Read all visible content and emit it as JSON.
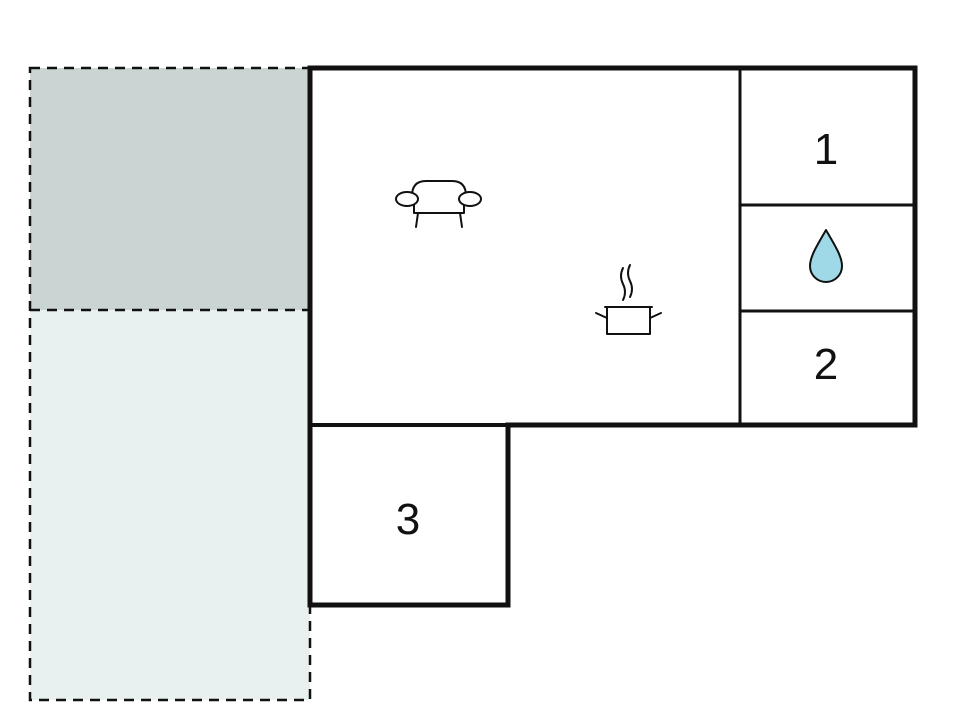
{
  "plan": {
    "rooms": [
      {
        "id": "bedroom-1",
        "label": "1"
      },
      {
        "id": "bedroom-2",
        "label": "2"
      },
      {
        "id": "bedroom-3",
        "label": "3"
      }
    ],
    "icons": {
      "living": "sofa-icon",
      "kitchen": "cooking-pot-icon",
      "bathroom": "water-drop-icon"
    },
    "colors": {
      "wall": "#111111",
      "covered_terrace": "#c9d4d3",
      "open_terrace": "#e9f1f0",
      "water_drop": "#9fd8e6"
    }
  }
}
